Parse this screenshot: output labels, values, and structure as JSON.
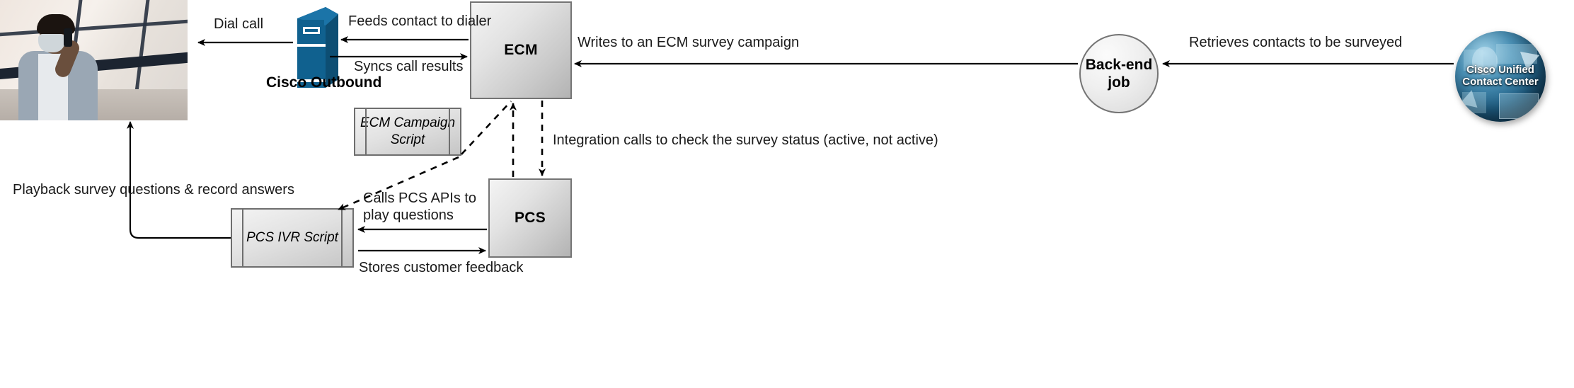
{
  "diagram": {
    "title": "Cisco Outbound survey call flow",
    "nodes": {
      "photo": {
        "name": "agent-photo",
        "alt": "Person wearing a mask talking on a mobile phone near a window"
      },
      "outbound": {
        "label": "Cisco Outbound",
        "icon": "server-icon"
      },
      "ecm": {
        "label": "ECM"
      },
      "backend": {
        "label": "Back-end\njob",
        "line1": "Back-end",
        "line2": "job"
      },
      "cisco_logo": {
        "line1": "Cisco Unified",
        "line2": "Contact Center"
      },
      "ecm_campaign_script": {
        "line1": "ECM Campaign",
        "line2": "Script"
      },
      "pcs_ivr_script": {
        "label": "PCS IVR Script"
      },
      "pcs": {
        "label": "PCS"
      }
    },
    "edges": {
      "dial_call": "Dial call",
      "feeds_contact": "Feeds contact to dialer",
      "syncs_results": "Syncs call results",
      "writes_campaign": "Writes to an ECM survey campaign",
      "retrieves_contacts": "Retrieves contacts to be surveyed",
      "integration_calls": "Integration calls to check the survey status (active, not active)",
      "playback": "Playback survey questions & record answers",
      "calls_pcs_apis_l1": "Calls PCS APIs to",
      "calls_pcs_apis_l2": "play questions",
      "stores_feedback": "Stores customer feedback"
    },
    "colors": {
      "stroke": "#000000",
      "node_border": "#747474",
      "node_fill_light": "#f4f4f4",
      "node_fill_dark": "#b3b3b3",
      "cisco_blue": "#10618f",
      "logo_text": "#ffffff"
    }
  }
}
